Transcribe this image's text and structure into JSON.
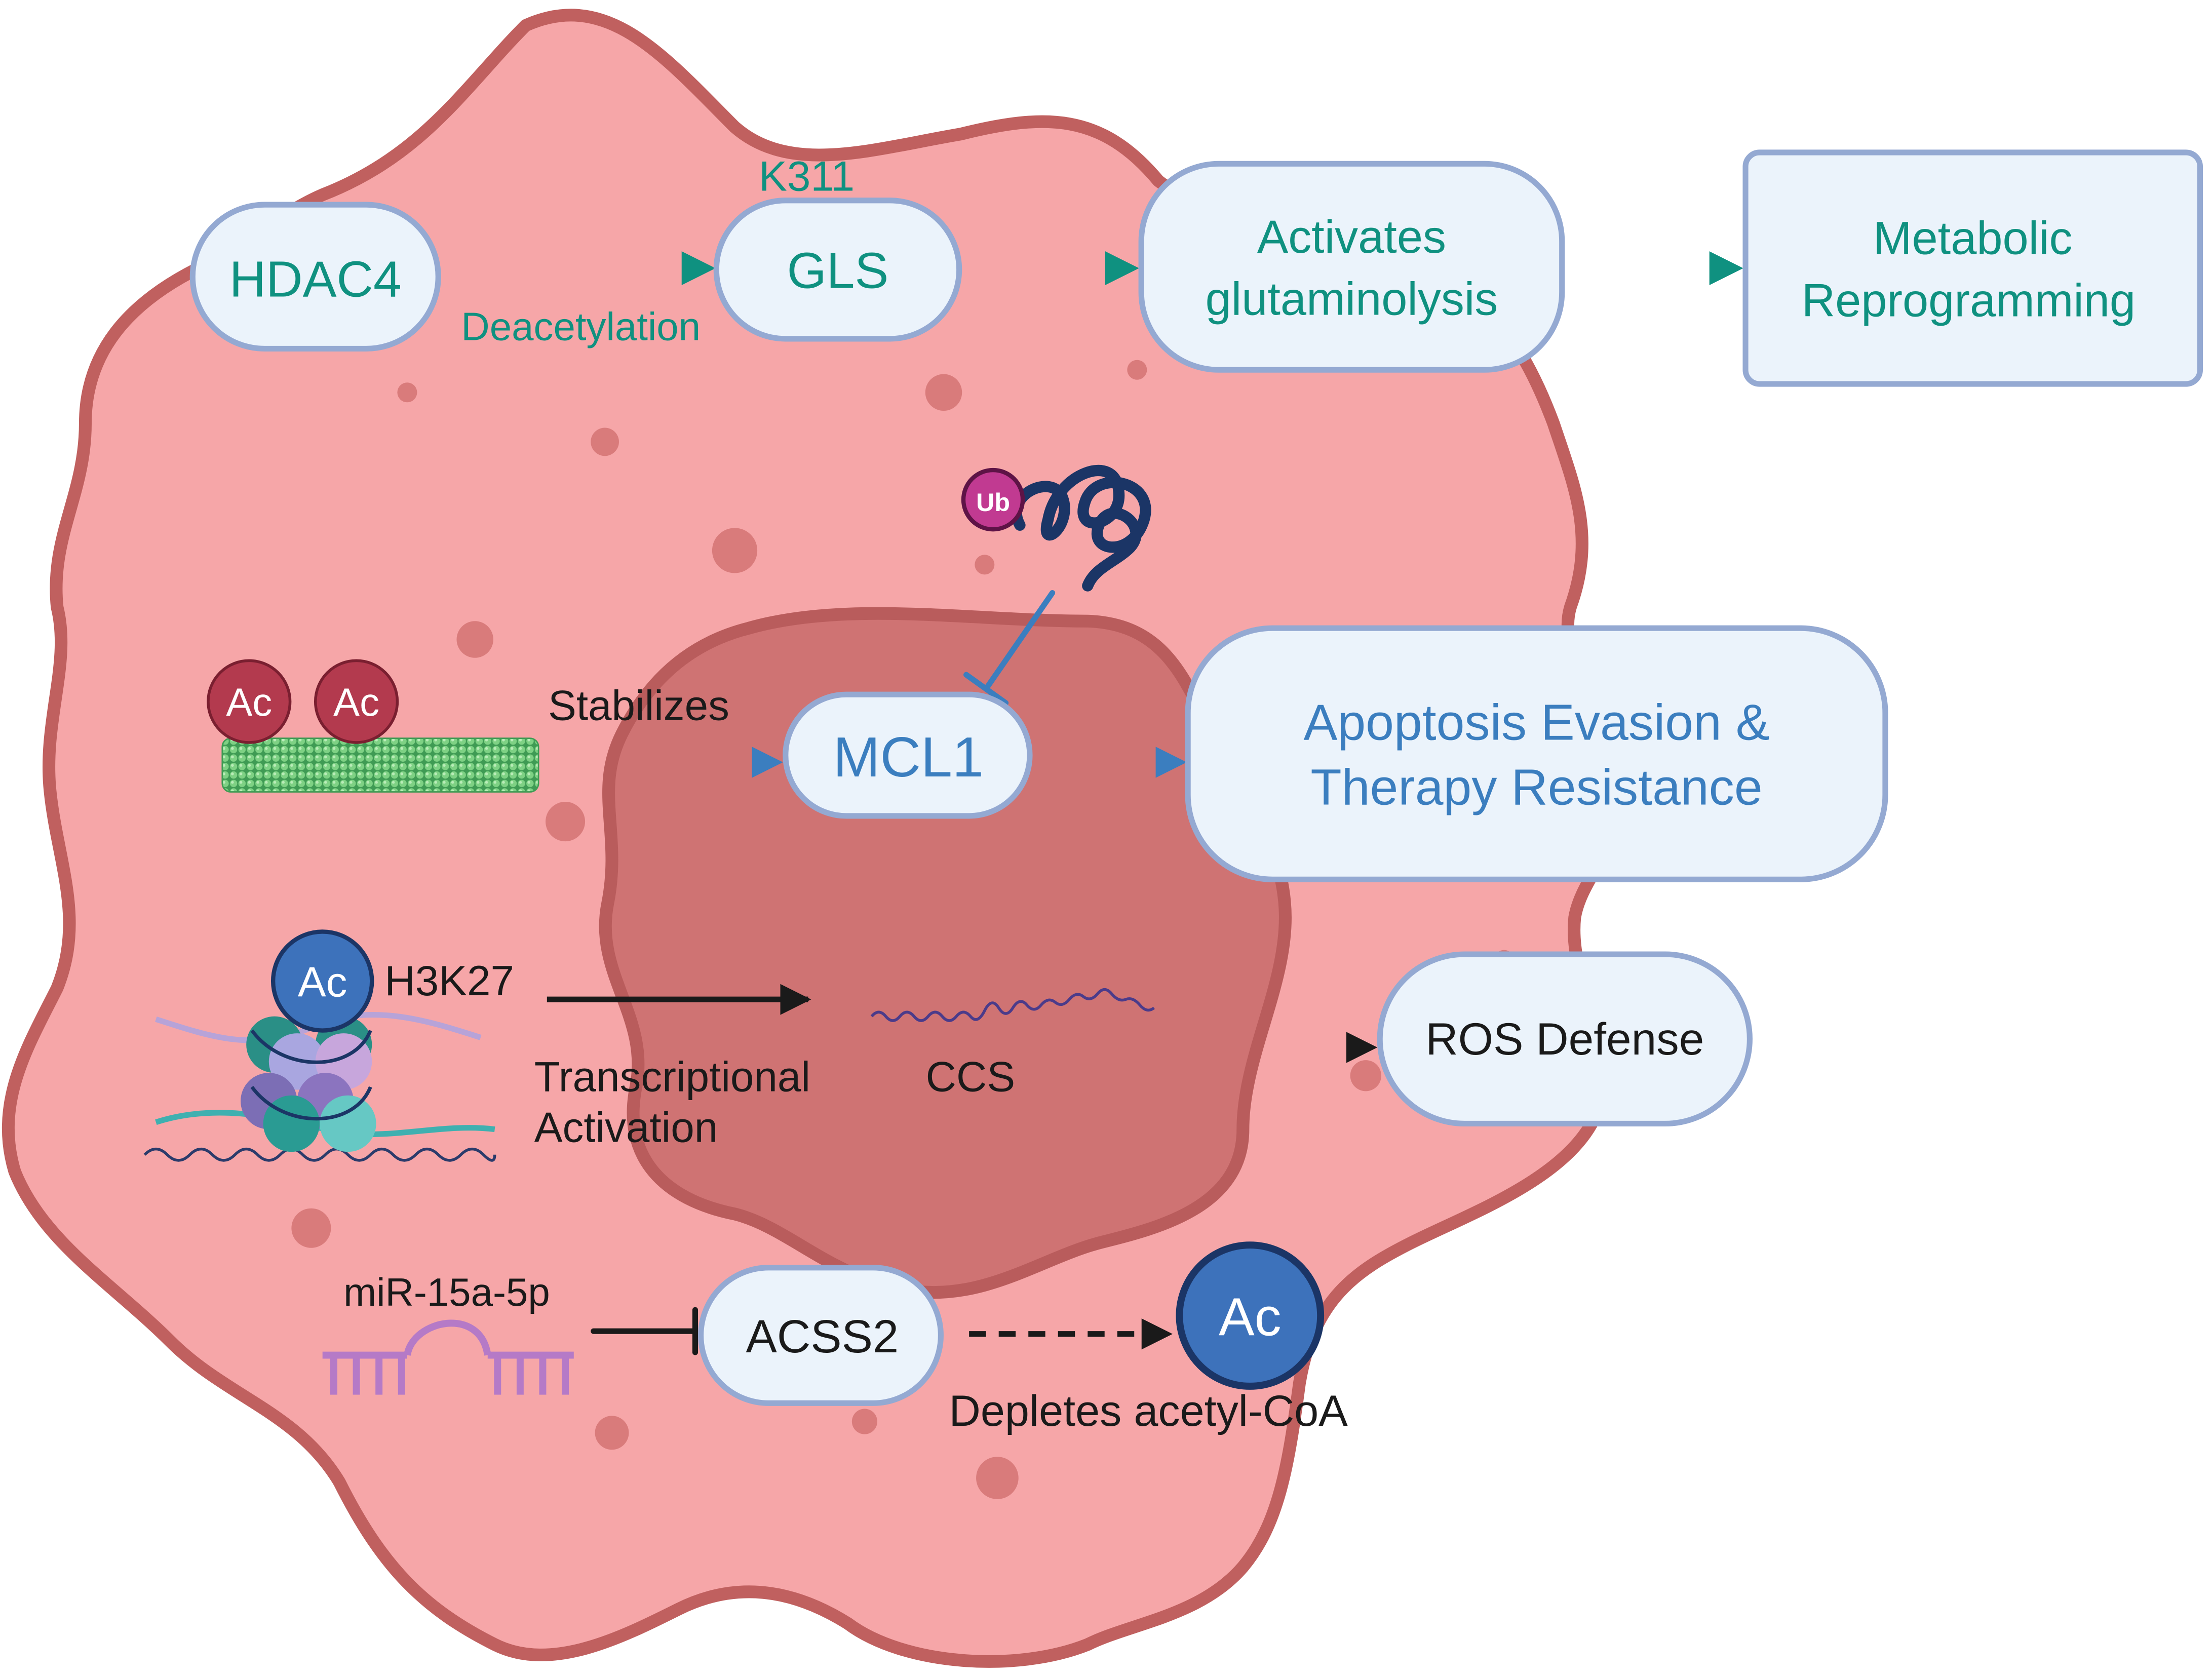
{
  "colors": {
    "cell_fill": "#f6a6a8",
    "cell_stroke": "#c0605f",
    "nucleus_fill": "#cf7373",
    "nucleus_stroke": "#b95c5c",
    "organelle": "#d97b7b",
    "node_fill": "#ebf3fb",
    "node_stroke": "#94a9d2",
    "teal": "#0f9180",
    "blue": "#3b7ebf",
    "black": "#1a1a1a",
    "ac_red": "#b33a4e",
    "ac_blue": "#3d72bb",
    "ub_magenta": "#c13a91",
    "protein_navy": "#1b3566",
    "mirna_purple": "#b57ac7"
  },
  "pathway_gls": {
    "hdac4": "HDAC4",
    "site": "K311",
    "gls": "GLS",
    "edge_label": "Deacetylation",
    "glutaminolysis_line1": "Activates",
    "glutaminolysis_line2": "glutaminolysis",
    "outcome_line1": "Metabolic",
    "outcome_line2": "Reprogramming"
  },
  "pathway_mcl1": {
    "ac1": "Ac",
    "ac2": "Ac",
    "ubiquitin": "Ub",
    "edge_label": "Stabilizes",
    "mcl1": "MCL1",
    "outcome_line1": "Apoptosis Evasion &",
    "outcome_line2": "Therapy Resistance"
  },
  "pathway_ccs": {
    "ac": "Ac",
    "histone_mark": "H3K27",
    "edge_label_line1": "Transcriptional",
    "edge_label_line2": "Activation",
    "gene": "CCS",
    "outcome": "ROS Defense"
  },
  "pathway_acss2": {
    "mirna": "miR-15a-5p",
    "acss2": "ACSS2",
    "ac": "Ac",
    "edge_label": "Depletes acetyl-CoA"
  }
}
